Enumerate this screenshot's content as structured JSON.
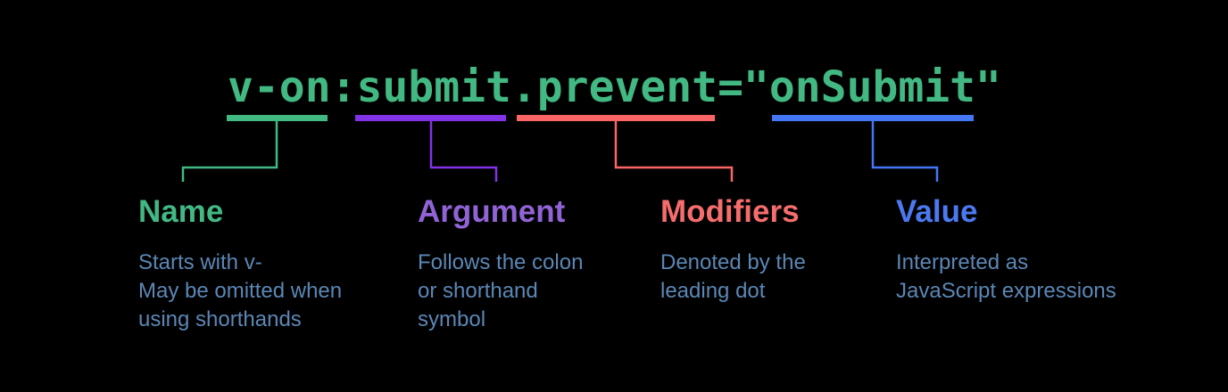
{
  "colors": {
    "background": "#000000",
    "description": "#5b87b5"
  },
  "code": {
    "text": "v-on:submit.prevent=\"onSubmit\"",
    "color": "#42b883"
  },
  "annotations": [
    {
      "id": "name",
      "part": "v-on",
      "label": "Name",
      "color": "#42b883",
      "label_color": "#42b883",
      "desc": [
        "Starts with v-",
        "May be omitted when",
        "using shorthands"
      ]
    },
    {
      "id": "argument",
      "part": "submit",
      "label": "Argument",
      "color": "#8233e8",
      "label_color": "#9163d6",
      "desc": [
        "Follows the colon",
        "or shorthand",
        "symbol"
      ]
    },
    {
      "id": "modifiers",
      "part": ".prevent",
      "label": "Modifiers",
      "color": "#fb6565",
      "label_color": "#f66d6d",
      "desc": [
        "Denoted by the",
        "leading dot"
      ]
    },
    {
      "id": "value",
      "part": "onSubmit",
      "label": "Value",
      "color": "#4477f5",
      "label_color": "#4b79f0",
      "desc": [
        "Interpreted as",
        "JavaScript expressions"
      ]
    }
  ]
}
